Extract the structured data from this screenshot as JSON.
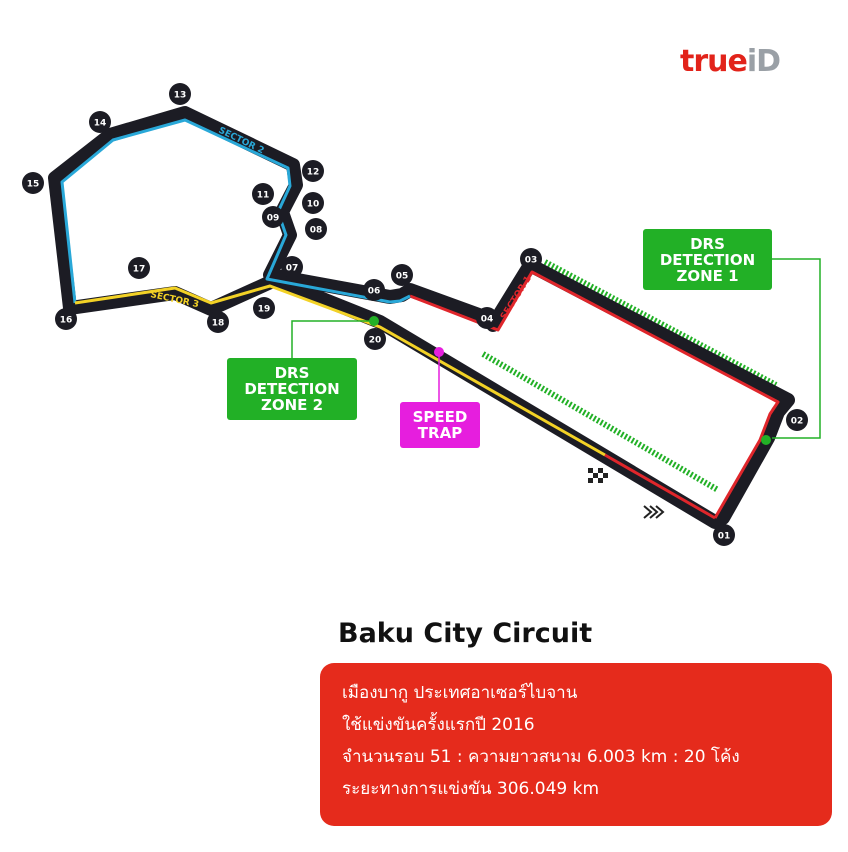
{
  "brand": {
    "logo_part1": "true",
    "logo_part2": "iD"
  },
  "track": {
    "colors": {
      "base": "#1c1c24",
      "sector1": "#e0262b",
      "sector2": "#29a8d8",
      "sector3": "#f3d226",
      "drs": "#22b026",
      "speed_trap": "#e61ede"
    },
    "turns": [
      "01",
      "02",
      "03",
      "04",
      "05",
      "06",
      "07",
      "08",
      "09",
      "10",
      "11",
      "12",
      "13",
      "14",
      "15",
      "16",
      "17",
      "18",
      "19",
      "20"
    ],
    "sector_labels": {
      "s1": "SECTOR 1",
      "s2": "SECTOR 2",
      "s3": "SECTOR 3"
    }
  },
  "labels": {
    "drs1": [
      "DRS",
      "DETECTION",
      "ZONE 1"
    ],
    "drs2": [
      "DRS",
      "DETECTION",
      "ZONE 2"
    ],
    "speed_trap": [
      "SPEED",
      "TRAP"
    ]
  },
  "icons": [
    "checkered-flag-icon",
    "direction-arrows-icon"
  ],
  "circuit": {
    "name": "Baku City Circuit",
    "info": [
      "เมืองบากู ประเทศอาเซอร์ไบจาน",
      "ใช้แข่งขันครั้งแรกปี 2016",
      "จำนวนรอบ 51 : ความยาวสนาม 6.003 km : 20 โค้ง",
      "ระยะทางการแข่งขัน 306.049 km"
    ]
  }
}
